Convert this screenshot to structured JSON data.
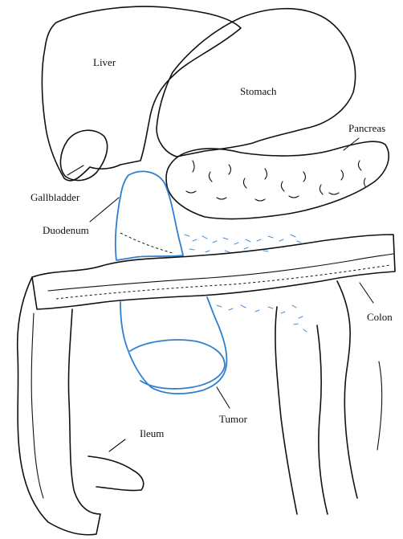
{
  "labels": {
    "liver": "Liver",
    "stomach": "Stomach",
    "pancreas": "Pancreas",
    "gallbladder": "Gallbladder",
    "duodenum": "Duodenum",
    "colon": "Colon",
    "tumor": "Tumor",
    "ileum": "Ileum"
  },
  "colors": {
    "outline": "#111111",
    "tumor_highlight": "#2f7fd0",
    "background": "#ffffff"
  }
}
